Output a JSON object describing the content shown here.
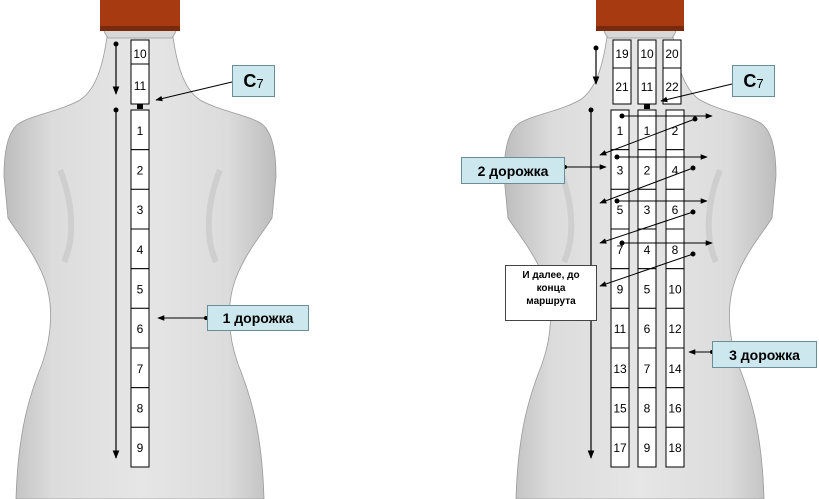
{
  "left_figure": {
    "neck_cells": [
      "10",
      "11"
    ],
    "spine_cells": [
      "1",
      "2",
      "3",
      "4",
      "5",
      "6",
      "7",
      "8",
      "9"
    ],
    "c7_label": "C",
    "c7_sub": "7",
    "track1_label": "1 дорожка"
  },
  "right_figure": {
    "neck_left_cells": [
      "19",
      "21"
    ],
    "neck_center_cells": [
      "10",
      "11"
    ],
    "neck_right_cells": [
      "20",
      "22"
    ],
    "left_column": [
      "1",
      "3",
      "5",
      "7",
      "9",
      "11",
      "13",
      "15",
      "17"
    ],
    "center_column": [
      "1",
      "2",
      "3",
      "4",
      "5",
      "6",
      "7",
      "8",
      "9"
    ],
    "right_column": [
      "2",
      "4",
      "6",
      "8",
      "10",
      "12",
      "14",
      "16",
      "18"
    ],
    "c7_label": "C",
    "c7_sub": "7",
    "track2_label": "2 дорожка",
    "track3_label": "3 дорожка",
    "note_lines": [
      "И далее, до",
      "конца",
      "маршрута"
    ]
  },
  "colors": {
    "label_fill": "#cce8ee",
    "collar": "#a83a12",
    "body_gray": "#d4d4d4"
  }
}
